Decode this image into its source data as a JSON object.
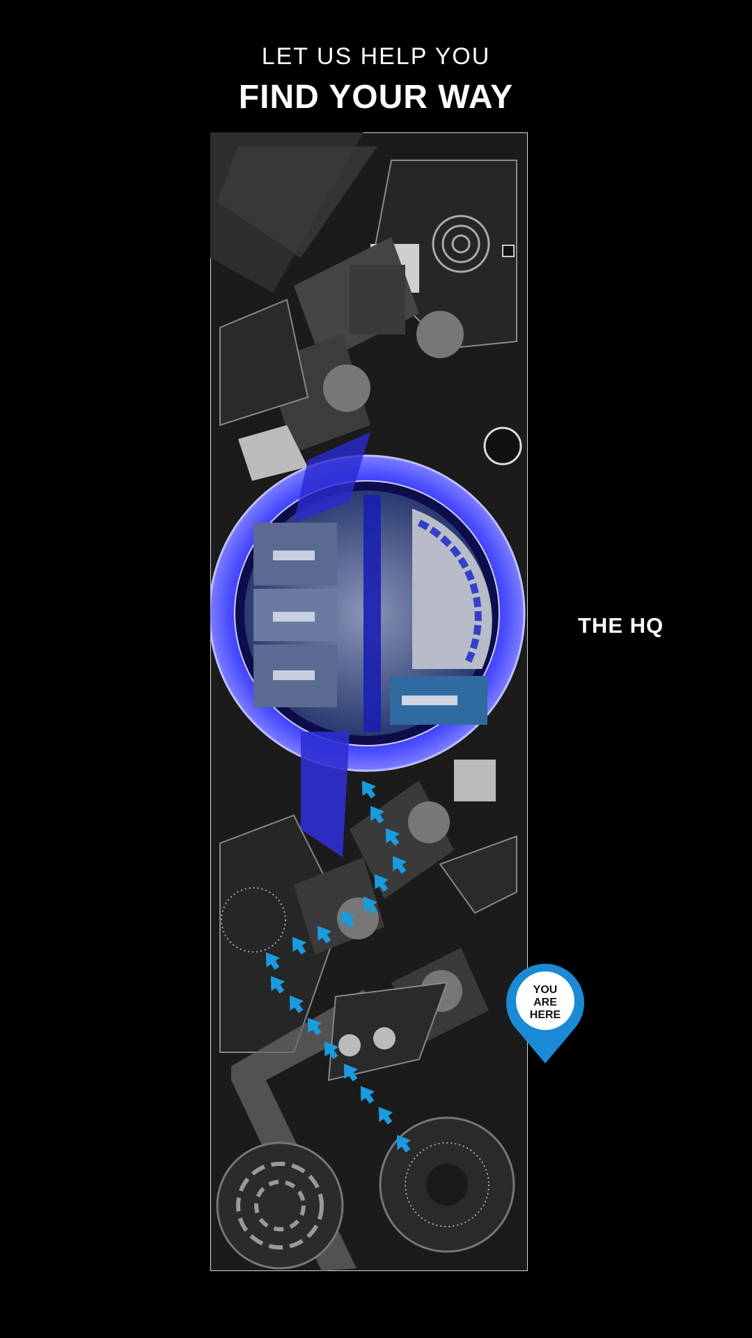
{
  "header": {
    "subtitle": "LET US HELP YOU",
    "title": "FIND YOUR WAY"
  },
  "map": {
    "destination_label": "THE HQ",
    "marker": {
      "line1": "YOU",
      "line2": "ARE",
      "line3": "HERE"
    },
    "route_arrow_count": 18
  },
  "colors": {
    "background": "#000000",
    "hq_ring": "#3a3cff",
    "route_arrow": "#1a9be0",
    "marker": "#1a8ad4"
  }
}
